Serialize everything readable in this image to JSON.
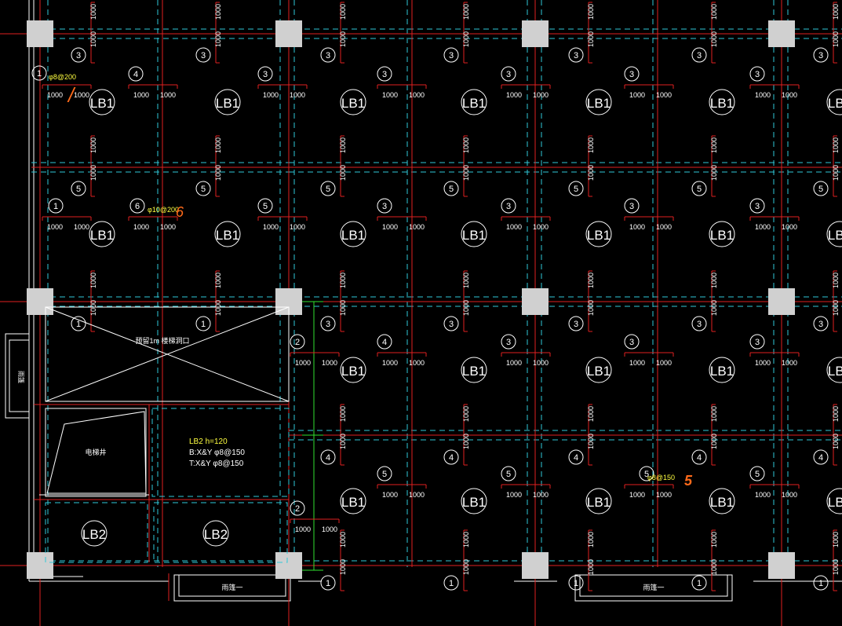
{
  "drawing": {
    "slab_label": "LB1",
    "slab_label_lb2": "LB2",
    "dimension_value": "1000",
    "special_notes": {
      "bar_1": "φ8@200",
      "bar_6": "φ10@200",
      "bar_5": "φ8@150",
      "opening": "预留1m 楼梯洞口",
      "elevator": "电梯井",
      "lb2_title": "LB2 h=120",
      "lb2_bottom": "B:X&Y φ8@150",
      "lb2_top": "T:X&Y φ8@150",
      "canopy": "雨篷一",
      "side_label": "雨篷"
    },
    "markup": {
      "mark_1": "/",
      "mark_6": "6",
      "mark_5": "5"
    },
    "colors": {
      "grid": "#e02020",
      "beam_dash": "#30c8d8",
      "line": "#ffffff",
      "note_text": "#ffff40",
      "markup": "#ff6a1a",
      "green": "#30e030",
      "column": "#d0d0d0"
    }
  }
}
